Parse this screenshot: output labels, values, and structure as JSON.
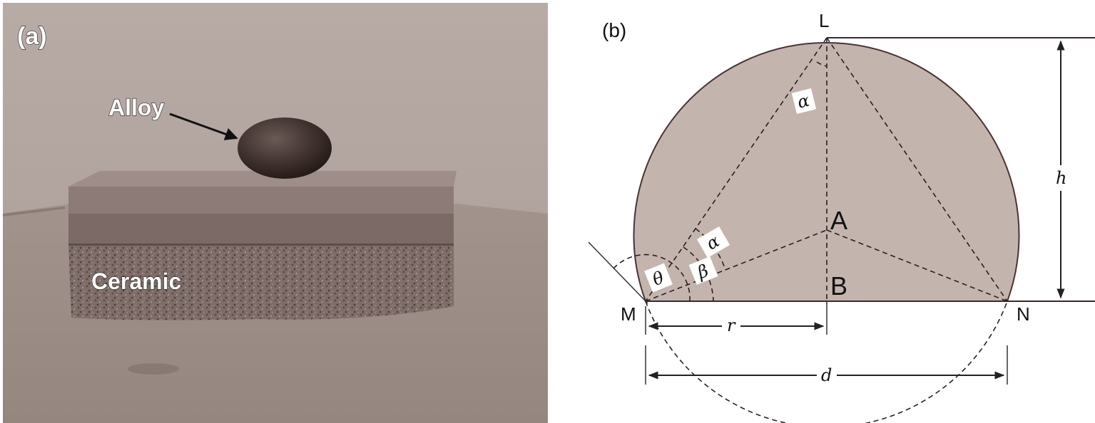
{
  "panel_a": {
    "label": "(a)",
    "alloy_label": "Alloy",
    "ceramic_label": "Ceramic"
  },
  "panel_b": {
    "label": "(b)",
    "points": {
      "L": "L",
      "M": "M",
      "N": "N",
      "A": "A",
      "B": "B"
    },
    "symbols": {
      "alpha_top": "α",
      "alpha_low": "α",
      "beta": "β",
      "theta": "θ",
      "h": "h",
      "r": "r",
      "d": "d"
    }
  },
  "colors": {
    "photo_bg": "#a99a94",
    "wall": "#b9aca7",
    "drop_fill": "#c5b6b1",
    "outline": "#5a3a3a"
  }
}
